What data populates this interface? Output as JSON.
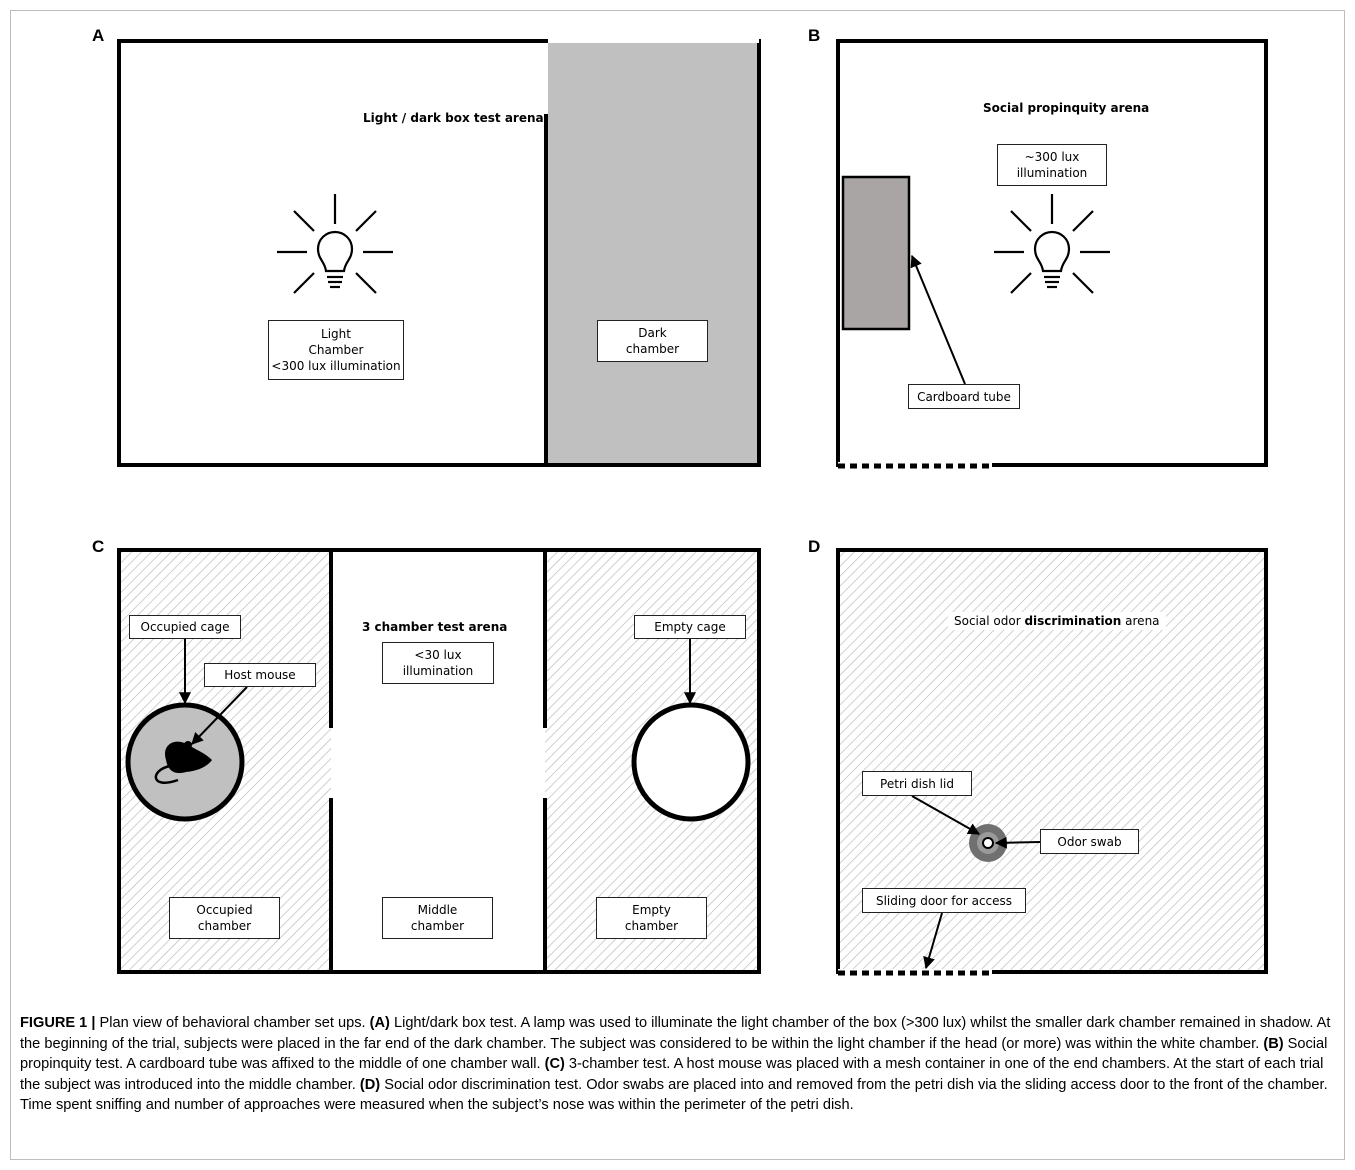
{
  "panels": {
    "a": {
      "letter": "A",
      "title": "Light / dark box test arena",
      "light_chamber": [
        "Light",
        "Chamber",
        "<300 lux illumination"
      ],
      "dark_chamber": [
        "Dark",
        "chamber"
      ]
    },
    "b": {
      "letter": "B",
      "title": "Social propinquity arena",
      "lux": [
        "~300 lux",
        "illumination"
      ],
      "tube": "Cardboard tube"
    },
    "c": {
      "letter": "C",
      "title": "3 chamber test arena",
      "lux": [
        "<30 lux",
        "illumination"
      ],
      "occupied_cage": "Occupied cage",
      "host_mouse": "Host mouse",
      "empty_cage": "Empty cage",
      "occupied_chamber": [
        "Occupied",
        "chamber"
      ],
      "middle_chamber": [
        "Middle",
        "chamber"
      ],
      "empty_chamber": [
        "Empty",
        "chamber"
      ]
    },
    "d": {
      "letter": "D",
      "title_pre": "Social odor ",
      "title_bold": "discrimination",
      "title_post": " arena",
      "petri_lid": "Petri dish lid",
      "odor_swab": "Odor swab",
      "sliding_door": "Sliding door for access"
    }
  },
  "caption": {
    "label": "FIGURE 1 |",
    "intro": " Plan view of behavioral chamber set ups. ",
    "a_tag": "(A)",
    "a_text": " Light/dark box test. A lamp was used to illuminate the light chamber of the box (>300 lux) whilst the smaller dark chamber remained in shadow. At the beginning of the trial, subjects were placed in the far end of the dark chamber. The subject was considered to be within the light chamber if the head (or more) was within the white chamber. ",
    "b_tag": "(B)",
    "b_text": " Social propinquity test. A cardboard tube was affixed to the middle of one chamber wall. ",
    "c_tag": "(C)",
    "c_text": " 3-chamber test. A host mouse was placed with a mesh container in one of the end chambers. At the start of each trial the subject was introduced into the middle chamber. ",
    "d_tag": "(D)",
    "d_text": " Social odor discrimination test. Odor swabs are placed into and removed from the petri dish via the sliding access door to the front of the chamber. Time spent sniffing and number of approaches were measured when the subject’s nose was within the perimeter of the petri dish."
  },
  "colors": {
    "dark_chamber": "#c0c0c0",
    "cardboard_tube": "#aaa5a5",
    "occupied_cage_fill": "#c0c0c0",
    "petri_outer": "#707070",
    "hatch": "#bdbdbd"
  }
}
